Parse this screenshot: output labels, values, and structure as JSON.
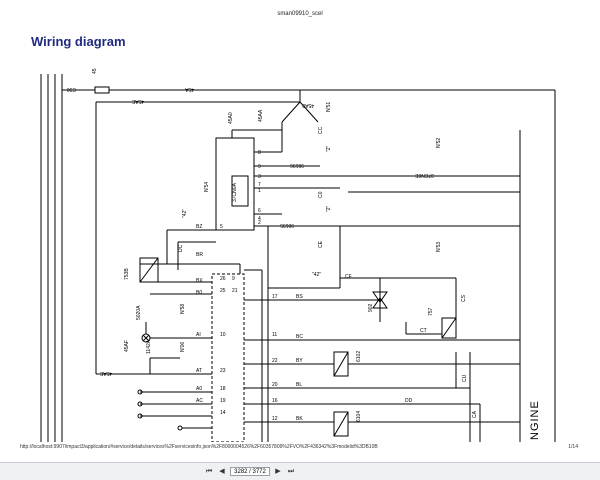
{
  "document": {
    "name": "sman09910_scel",
    "title": "Wiring diagram"
  },
  "diagram": {
    "cable_labels": [
      "45",
      "C90",
      "45A",
      "45AE",
      "45A0",
      "45AA",
      "90196",
      "37CN0A",
      "90195",
      "37CN0E",
      "BZ",
      "DC",
      "BR",
      "BX",
      "B0",
      "CF",
      "BS",
      "CE",
      "CS",
      "CT",
      "BC",
      "BY",
      "BL",
      "BK",
      "CU",
      "CA",
      "DD",
      "AI",
      "AT",
      "A0",
      "AC",
      "45AF",
      "45AE"
    ],
    "wire_ids": [
      "CC",
      "C0",
      "8",
      "9",
      "3",
      "7",
      "6",
      "2",
      "1",
      "4",
      "5",
      "26",
      "25",
      "21",
      "17",
      "10",
      "11",
      "22",
      "23",
      "18",
      "19",
      "20",
      "16",
      "12",
      "14"
    ],
    "components": [
      "N'51",
      "\"2\"",
      "N'54",
      "\"42\"",
      "N'52",
      "N'53",
      "N'58",
      "N'06",
      "902",
      "757",
      "6102",
      "6104",
      "5020A",
      "1142A",
      "753B"
    ],
    "vertical_label": "NGINE"
  },
  "footer": {
    "url": "http://localhost:9907/impact3/application/#service/details/services%2Fservicesinfo.json%2F8000004526%2F60357809%2FVO%2F436342%3Fmodelid%3DB10B",
    "page": "1/14"
  },
  "viewer": {
    "page_input": "3282 / 3772",
    "first_icon": "skip-first-icon",
    "prev_icon": "prev-icon",
    "next_icon": "next-icon",
    "last_icon": "skip-last-icon"
  }
}
